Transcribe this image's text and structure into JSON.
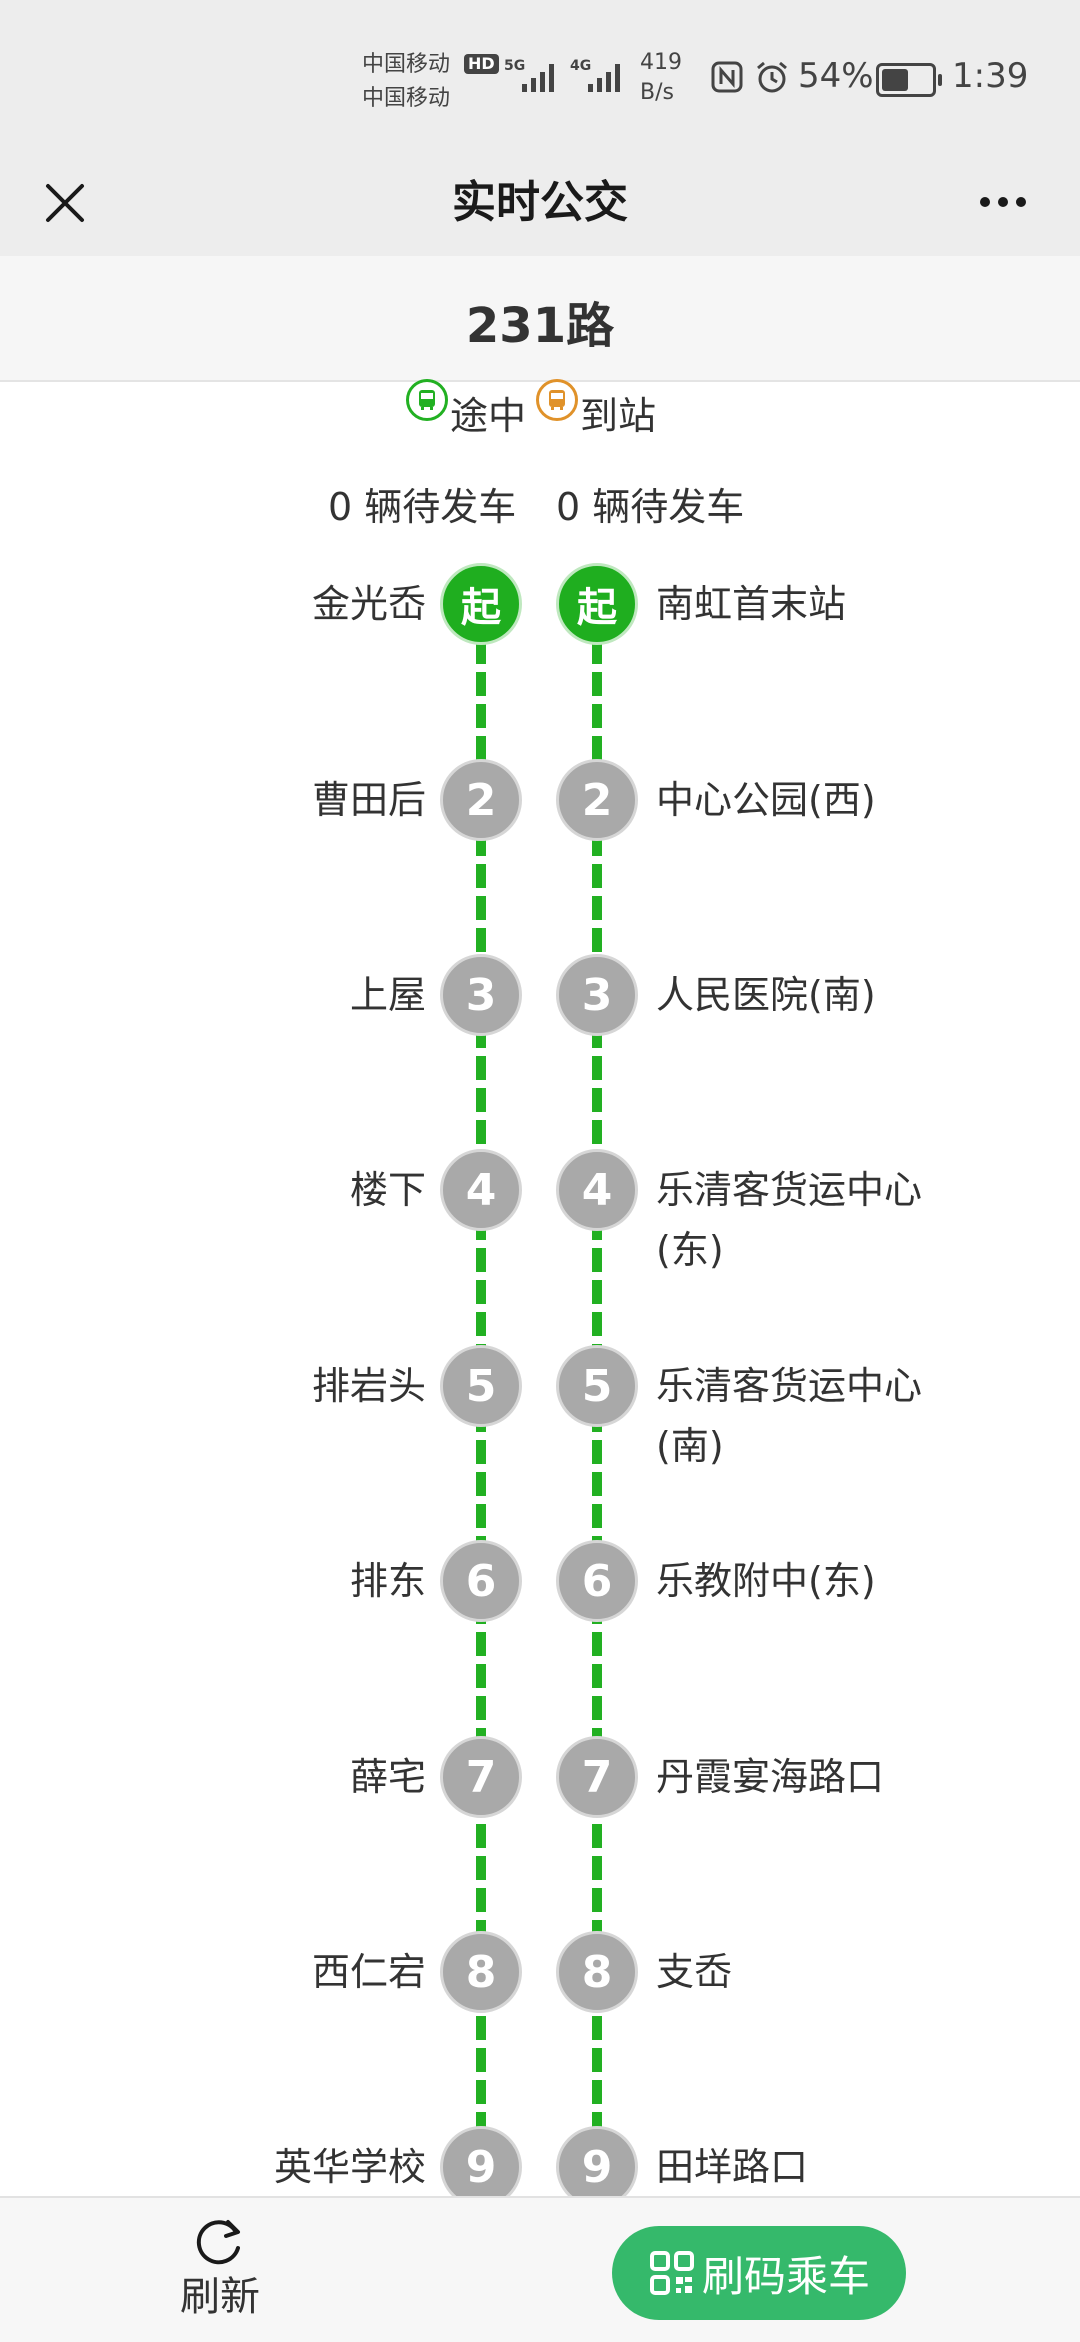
{
  "status_bar": {
    "carrier1": "中国移动",
    "carrier2": "中国移动",
    "hd": "HD",
    "net1": "5G",
    "net2": "4G",
    "speed_value": "419",
    "speed_unit": "B/s",
    "battery": "54%",
    "battery_level": 0.54,
    "time": "1:39"
  },
  "title_bar": {
    "title": "实时公交"
  },
  "route": {
    "name": "231路"
  },
  "legend": {
    "en_route": "途中",
    "arrived": "到站",
    "en_route_color": "#22b022",
    "arrived_color": "#e0922a"
  },
  "directions": {
    "left_waiting": "0 辆待发车",
    "right_waiting": "0 辆待发车"
  },
  "stops_left": [
    {
      "seq": "起",
      "name": "金光岙"
    },
    {
      "seq": "2",
      "name": "曹田后"
    },
    {
      "seq": "3",
      "name": "上屋"
    },
    {
      "seq": "4",
      "name": "楼下"
    },
    {
      "seq": "5",
      "name": "排岩头"
    },
    {
      "seq": "6",
      "name": "排东"
    },
    {
      "seq": "7",
      "name": "薛宅"
    },
    {
      "seq": "8",
      "name": "西仁宕"
    },
    {
      "seq": "9",
      "name": "英华学校"
    }
  ],
  "stops_right": [
    {
      "seq": "起",
      "name": "南虹首末站"
    },
    {
      "seq": "2",
      "name": "中心公园(西)"
    },
    {
      "seq": "3",
      "name": "人民医院(南)"
    },
    {
      "seq": "4",
      "name": "乐清客货运中心(东)"
    },
    {
      "seq": "5",
      "name": "乐清客货运中心(南)"
    },
    {
      "seq": "6",
      "name": "乐教附中(东)"
    },
    {
      "seq": "7",
      "name": "丹霞宴海路口"
    },
    {
      "seq": "8",
      "name": "支岙"
    },
    {
      "seq": "9",
      "name": "田垟路口"
    }
  ],
  "bottom_bar": {
    "refresh_label": "刷新",
    "scan_label": "刷码乘车"
  }
}
